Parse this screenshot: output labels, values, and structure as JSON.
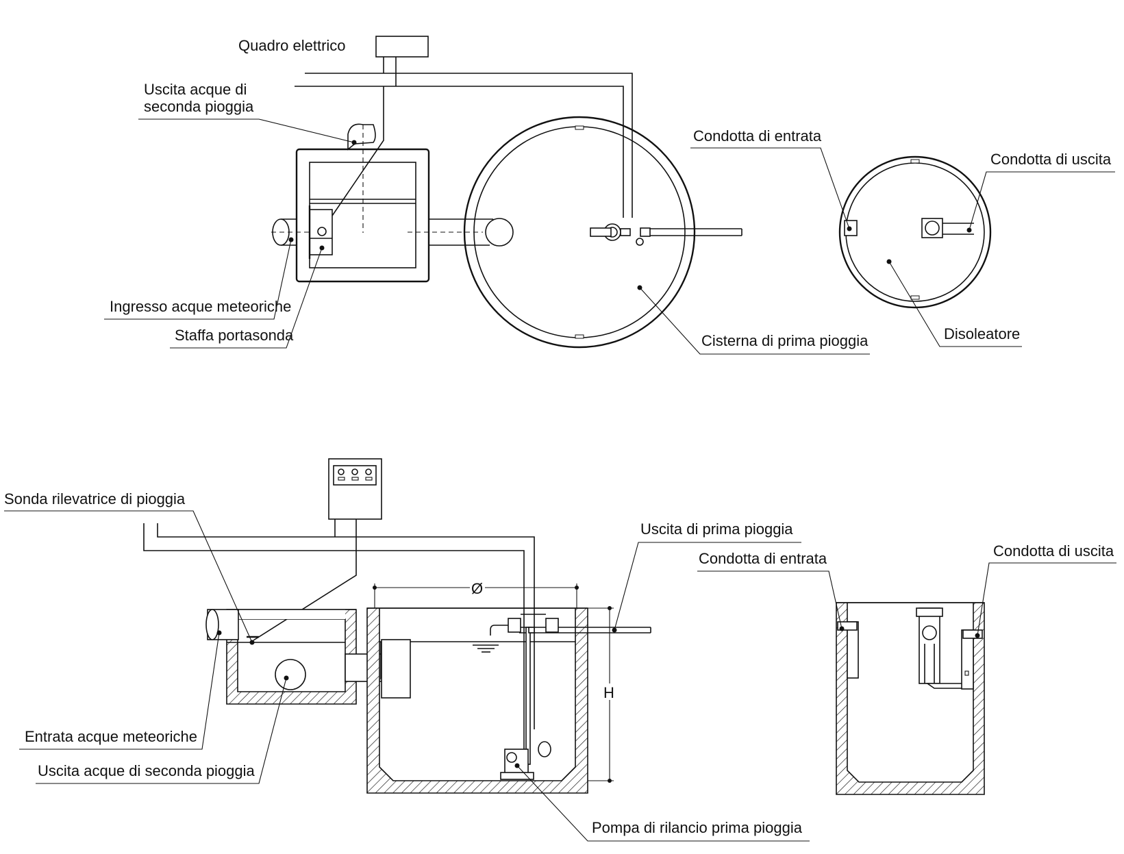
{
  "top_view": {
    "quadro_elettrico": "Quadro elettrico",
    "uscita_acque_seconda_pioggia_1": "Uscita acque di",
    "uscita_acque_seconda_pioggia_2": "seconda pioggia",
    "ingresso_acque_meteoriche": "Ingresso acque meteoriche",
    "staffa_portasonda": "Staffa portasonda",
    "cisterna_prima_pioggia": "Cisterna di prima pioggia",
    "condotta_entrata": "Condotta di entrata",
    "condotta_uscita": "Condotta di uscita",
    "disoleatore": "Disoleatore"
  },
  "section_view": {
    "sonda_rilevatrice": "Sonda rilevatrice di pioggia",
    "uscita_prima_pioggia": "Uscita di prima pioggia",
    "condotta_entrata": "Condotta di entrata",
    "condotta_uscita": "Condotta di uscita",
    "diameter_symbol": "Ø",
    "height_symbol": "H",
    "entrata_acque_meteoriche": "Entrata acque meteoriche",
    "uscita_acque_seconda_pioggia": "Uscita acque di seconda pioggia",
    "pompa_rilancio": "Pompa di rilancio prima pioggia"
  }
}
